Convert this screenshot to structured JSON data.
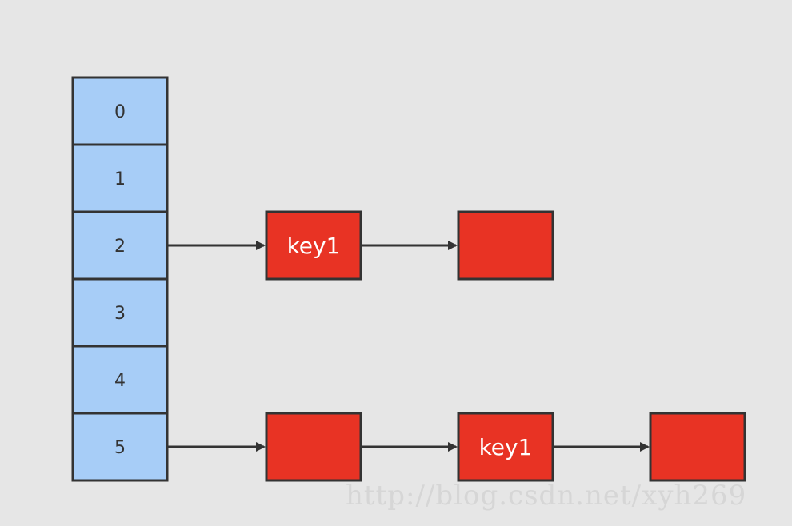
{
  "colors": {
    "background": "#e6e6e6",
    "array_cell": "#a7cdf7",
    "node": "#e83324",
    "stroke": "#333333",
    "arrow": "#333333",
    "cell_text": "#333333",
    "node_text": "#ffffff",
    "watermark": "#d6d6d6"
  },
  "array": {
    "cells": [
      "0",
      "1",
      "2",
      "3",
      "4",
      "5"
    ]
  },
  "chains": {
    "row2": {
      "index": "2",
      "nodes": [
        "key1",
        ""
      ]
    },
    "row5": {
      "index": "5",
      "nodes": [
        "",
        "key1",
        ""
      ]
    }
  },
  "watermark": "http://blog.csdn.net/xyh269"
}
